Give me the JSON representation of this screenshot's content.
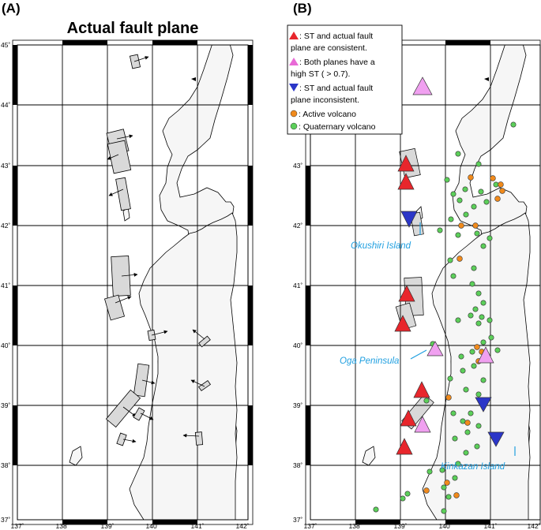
{
  "panels": {
    "a": {
      "label": "(A)",
      "title": "Actual fault plane"
    },
    "b": {
      "label": "(B)"
    }
  },
  "axes": {
    "lon_ticks": [
      "137˚",
      "138˚",
      "139˚",
      "140˚",
      "141˚",
      "142˚"
    ],
    "lat_ticks": [
      "37˚",
      "38˚",
      "39˚",
      "40˚",
      "41˚",
      "42˚",
      "43˚",
      "44˚",
      "45˚"
    ]
  },
  "legend": {
    "items": [
      {
        "marker": "red-up-triangle",
        "color": "#e8262c",
        "lines": [
          ": ST and actual fault",
          "plane are consistent."
        ]
      },
      {
        "marker": "pink-up-triangle",
        "color": "#e86ad6",
        "lines": [
          ": Both planes have a",
          "high ST ( > 0.7)."
        ]
      },
      {
        "marker": "blue-down-triangle",
        "color": "#2b36c8",
        "lines": [
          ": ST and actual fault",
          "plane inconsistent."
        ]
      },
      {
        "marker": "orange-dot",
        "color": "#f08a1c",
        "lines": [
          ": Active volcano"
        ]
      },
      {
        "marker": "green-dot",
        "color": "#5ccf5a",
        "lines": [
          ": Quaternary volcano"
        ]
      }
    ]
  },
  "places": {
    "okushiri": "Okushiri Island",
    "oga": "Oga Peninsula",
    "kinkazan": "Kinkazan Island"
  },
  "colors": {
    "land": "#f6f6f6",
    "fault_fill": "#d9d9d9",
    "red": "#e8262c",
    "pink": "#f0a0f0",
    "blue": "#2b36c8",
    "orange": "#f08a1c",
    "green": "#5ccf5a",
    "label": "#1f9fe0"
  }
}
